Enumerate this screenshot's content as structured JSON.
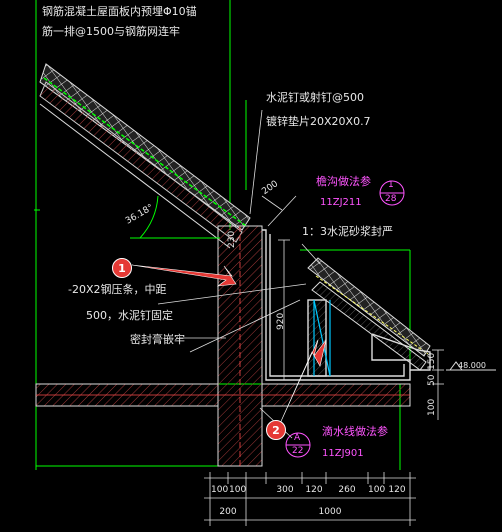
{
  "annotations": {
    "top_note_1": "钢筋混凝土屋面板内预埋Φ10锚",
    "top_note_2": "筋一排@1500与钢筋网连牢",
    "nail_note_1": "水泥钉或射钉@500",
    "nail_note_2": "镀锌垫片20X20X0.7",
    "gutter_detail": "檐沟做法参",
    "gutter_ref_num": "1",
    "gutter_ref_page": "28",
    "gutter_atlas": "11ZJ211",
    "mortar_seal": "1：3水泥砂浆封严",
    "steel_strip_1": "-20X2钢压条，中距",
    "steel_strip_2": "500，水泥钉固定",
    "sealant": "密封膏嵌牢",
    "drip_detail": "滴水线做法参",
    "drip_ref_letter": "A",
    "drip_ref_page": "22",
    "drip_atlas": "11ZJ901",
    "angle": "36.18°",
    "elevation": "48.000"
  },
  "dims": {
    "parapet_width": "200",
    "wall_height": "920",
    "slab_150": "150",
    "slab_50": "50",
    "level_100": "100",
    "bottom_row": [
      "100",
      "100",
      "300",
      "120",
      "260",
      "100",
      "120"
    ],
    "total_left": "200",
    "total_right": "1000",
    "v_230": "230"
  },
  "markers": [
    "1",
    "2"
  ],
  "colors": {
    "background": "#000000",
    "green": "#00ff00",
    "white": "#e8e8e8",
    "magenta": "#ff55ff",
    "red_marker": "#e53935",
    "hatch": "#b04040",
    "cyan": "#00c8ff"
  }
}
